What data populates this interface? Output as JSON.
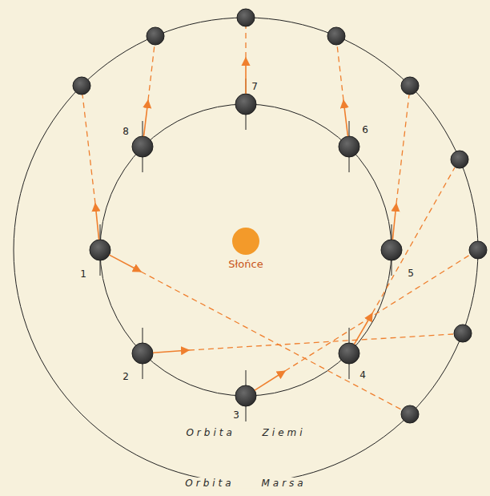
{
  "diagram": {
    "nodes": [
      {
        "text": [
          "Słońce"
        ]
      }
    ],
    "labels": [
      "1",
      "2",
      "3",
      "4",
      "5",
      "6",
      "7",
      "8",
      "Orbita Ziemi",
      "Orbita Marsa"
    ]
  }
}
